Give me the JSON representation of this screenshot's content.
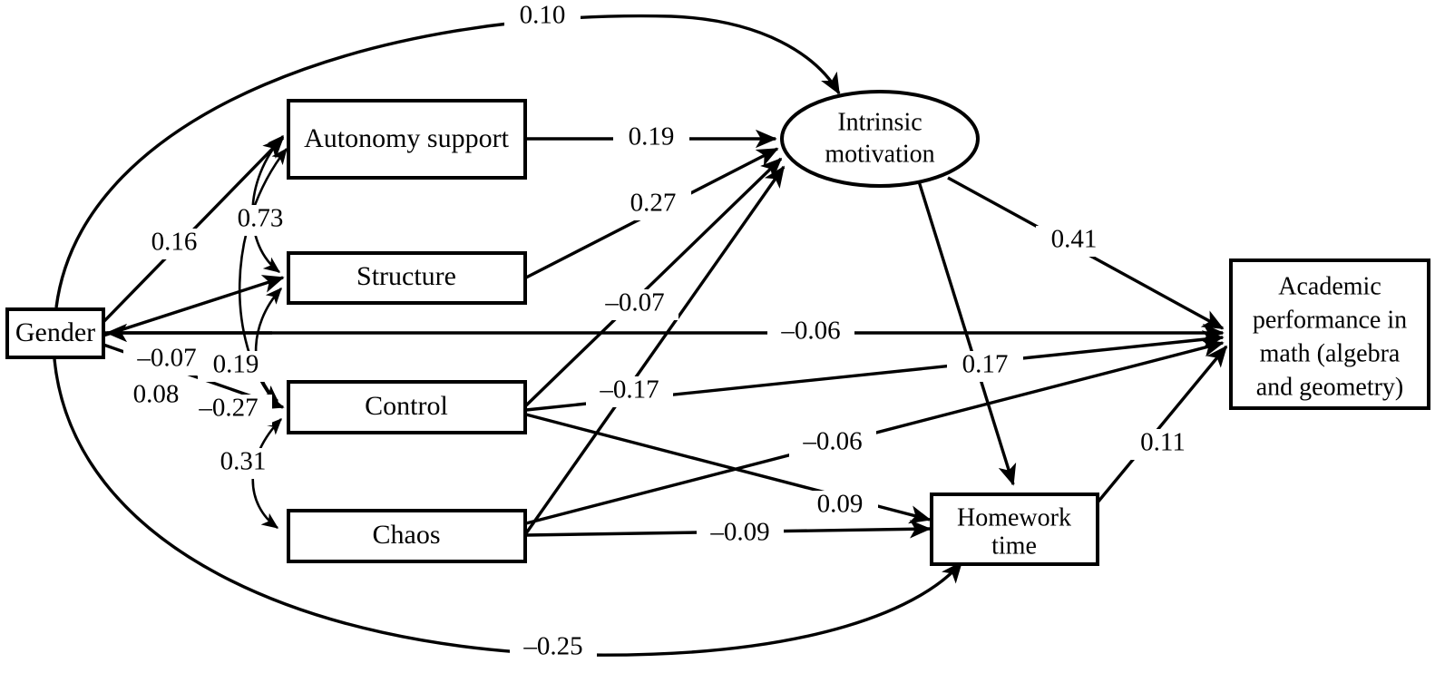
{
  "figure": {
    "type": "path-diagram",
    "title": "",
    "background": "#ffffff",
    "line_color": "#000000"
  },
  "nodes": {
    "gender": {
      "label": "Gender",
      "shape": "rect"
    },
    "autonomy": {
      "label": "Autonomy support",
      "shape": "rect"
    },
    "structure": {
      "label": "Structure",
      "shape": "rect"
    },
    "control": {
      "label": "Control",
      "shape": "rect"
    },
    "chaos": {
      "label": "Chaos",
      "shape": "rect"
    },
    "motivation": {
      "label_line1": "Intrinsic",
      "label_line2": "motivation",
      "shape": "ellipse"
    },
    "homework": {
      "label_line1": "Homework",
      "label_line2": "time",
      "shape": "rect"
    },
    "academic": {
      "label_line1": "Academic",
      "label_line2": "performance in",
      "label_line3": "math (algebra",
      "label_line4": "and geometry)",
      "shape": "rect"
    }
  },
  "coefficients": {
    "gender_to_motivation": "0.10",
    "gender_to_autonomy": "0.16",
    "gender_to_structure": "–0.07",
    "gender_to_control": "0.08",
    "gender_to_academic": "–0.06",
    "gender_to_homework": "–0.25",
    "autonomy_structure_corr": "0.73",
    "autonomy_control_corr": "–0.27",
    "structure_control_corr": "0.19",
    "control_chaos_corr": "0.31",
    "autonomy_to_motivation": "0.19",
    "structure_to_motivation": "0.27",
    "control_to_motivation": "–0.07",
    "chaos_to_motivation": "–0.17",
    "motivation_to_academic": "0.41",
    "motivation_to_homework": "0.17",
    "control_to_academic": "–0.06",
    "control_to_homework": "0.09",
    "chaos_to_homework": "–0.09",
    "homework_to_academic": "0.11"
  }
}
